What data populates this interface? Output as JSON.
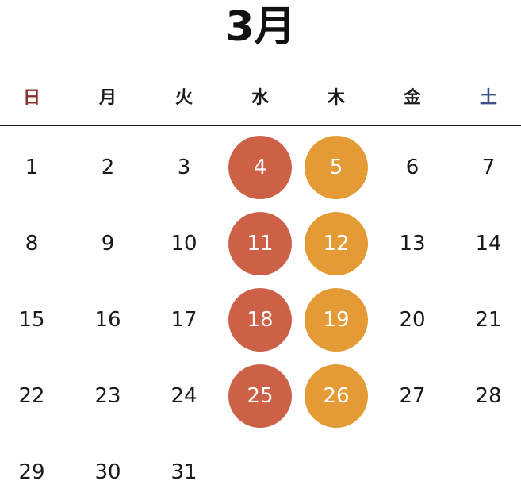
{
  "calendar": {
    "title": "3月",
    "weekdays": [
      "日",
      "月",
      "火",
      "水",
      "木",
      "金",
      "土"
    ],
    "days": [
      "1",
      "2",
      "3",
      "4",
      "5",
      "6",
      "7",
      "8",
      "9",
      "10",
      "11",
      "12",
      "13",
      "14",
      "15",
      "16",
      "17",
      "18",
      "19",
      "20",
      "21",
      "22",
      "23",
      "24",
      "25",
      "26",
      "27",
      "28",
      "29",
      "30",
      "31"
    ],
    "highlights": {
      "wednesday": [
        "4",
        "11",
        "18",
        "25"
      ],
      "thursday": [
        "5",
        "12",
        "19",
        "26"
      ]
    },
    "colors": {
      "sunday": "#8b2e2e",
      "saturday": "#3d4f86",
      "wednesday_highlight": "#cc6147",
      "thursday_highlight": "#e49b36"
    }
  }
}
